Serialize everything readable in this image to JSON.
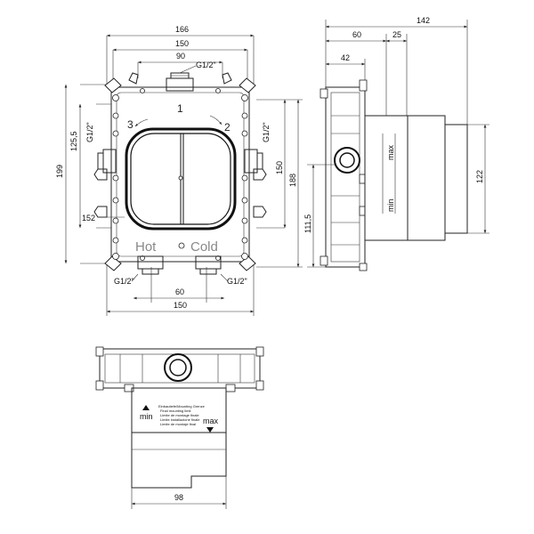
{
  "front_view": {
    "dimensions": {
      "width_overall": "166",
      "width_inner": "150",
      "width_top": "90",
      "thread_top": "G1/2\"",
      "height_overall": "199",
      "height_left": "125,5",
      "thread_left": "G1/2\"",
      "thread_right": "G1/2\"",
      "height_right_inner": "150",
      "height_right_outer": "188",
      "width_152": "152",
      "thread_bottom_left": "G1/2\"",
      "thread_bottom_right": "G1/2\"",
      "spacing_bottom": "60",
      "width_bottom": "150"
    },
    "port_labels": {
      "top": "1",
      "left": "3",
      "right": "2"
    },
    "outlet_labels": {
      "hot": "Hot",
      "cold": "Cold"
    }
  },
  "side_view": {
    "dimensions": {
      "depth_overall": "142",
      "depth_60": "60",
      "depth_25": "25",
      "depth_42": "42",
      "height_111_5": "111,5",
      "height_122": "122"
    },
    "scale_labels": {
      "min": "min",
      "max": "max"
    }
  },
  "bottom_view": {
    "dimensions": {
      "width_98": "98"
    },
    "scale_labels": {
      "min": "min",
      "max": "max"
    },
    "label_lines": [
      "Einbautiefe/Mounting Grenze",
      "Final mounting limit",
      "Limite de montage finale",
      "Limite installazione finale",
      "Limite de montaje final"
    ]
  }
}
